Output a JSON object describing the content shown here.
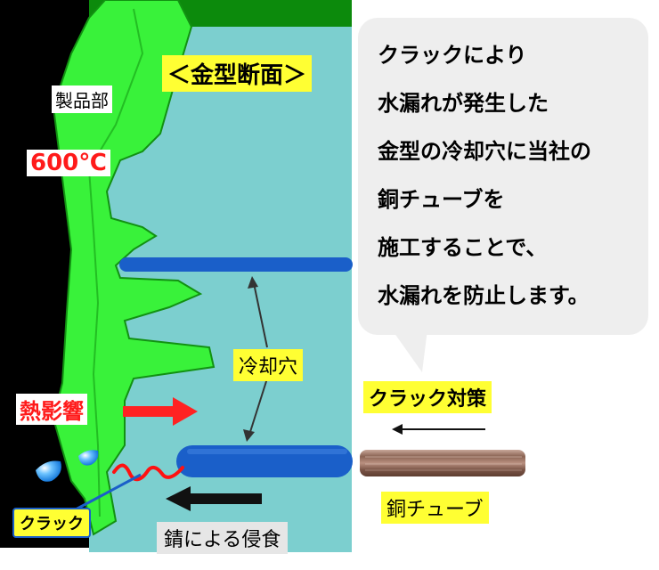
{
  "labels": {
    "mold_section": "＜金型断面＞",
    "product_part": "製品部",
    "temperature": "600℃",
    "cooling_hole": "冷却穴",
    "heat_effect": "熱影響",
    "crack": "クラック",
    "rust_erosion": "錆による侵食",
    "crack_countermeasure": "クラック対策",
    "copper_tube": "銅チューブ"
  },
  "bubble": {
    "lines": [
      "クラックにより",
      "水漏れが発生した",
      "金型の冷却穴に当社の",
      "銅チューブを",
      "施工することで、",
      "水漏れを防止します。"
    ]
  },
  "colors": {
    "mold": "#7ccfcf",
    "product": "#39f23a",
    "dark_green": "#0c8a0c",
    "cooling_channel": "#1a5fc9",
    "heat_arrow": "#ff2222",
    "crack_line": "#ff1111",
    "label_yellow": "#ffff33",
    "temperature_text": "#ff1a1a",
    "bubble_bg": "#eeeeee"
  }
}
